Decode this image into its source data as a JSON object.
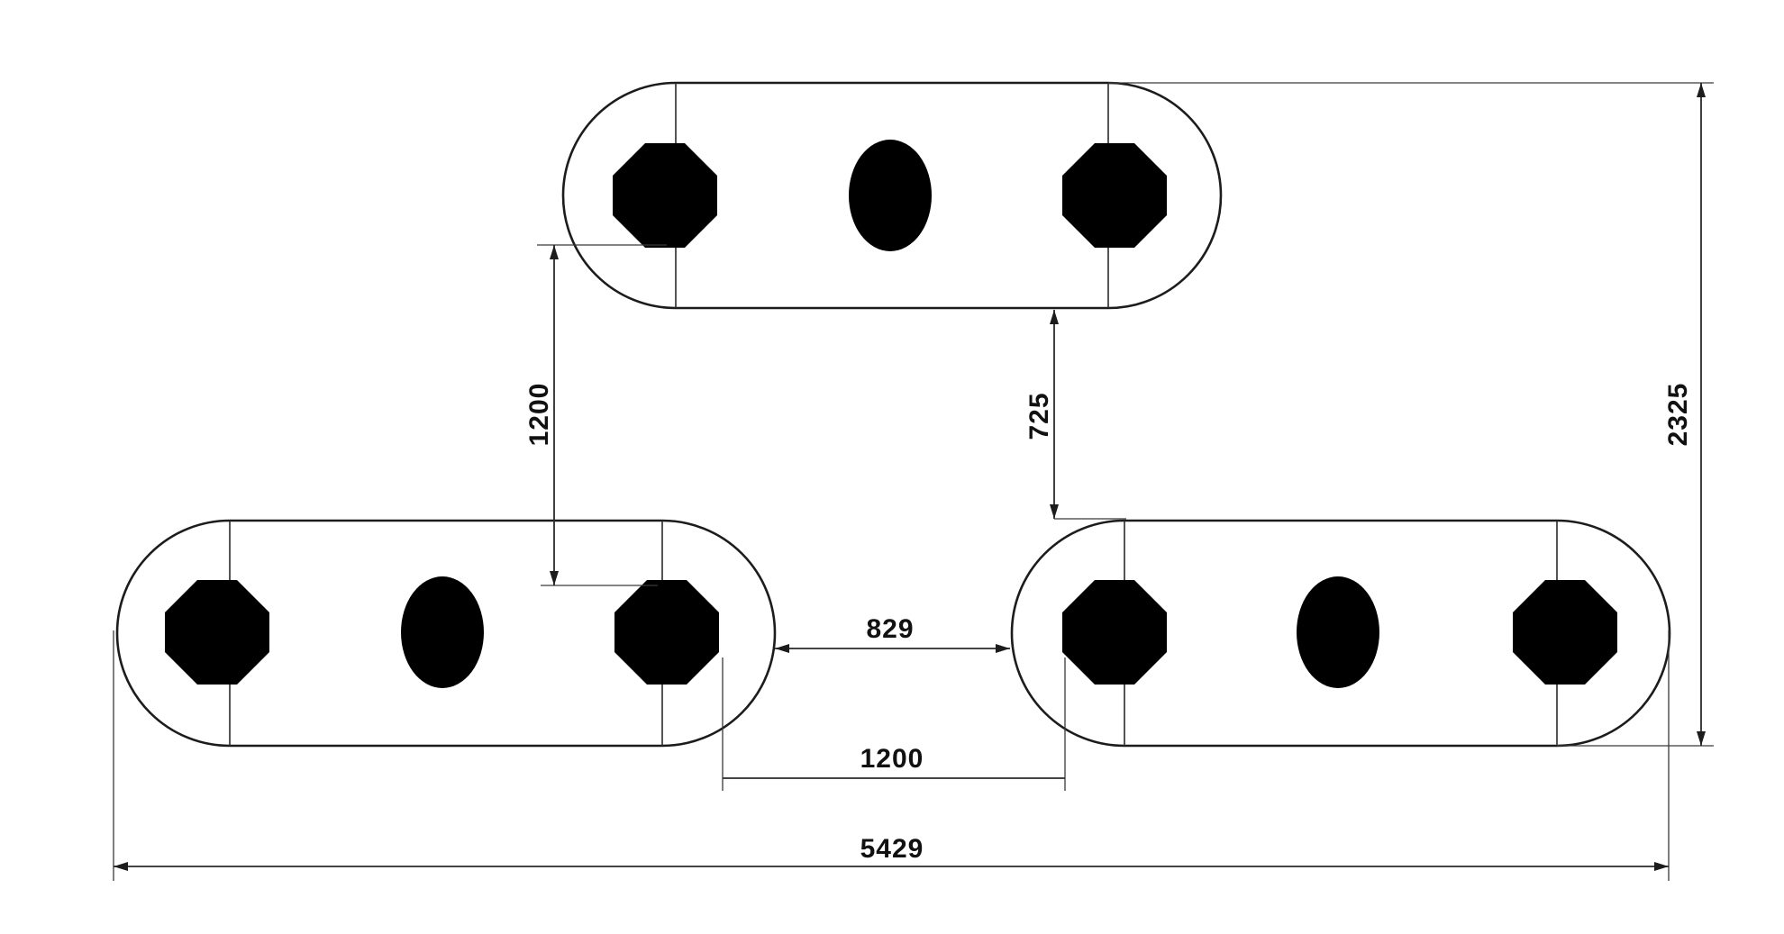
{
  "dimensions": {
    "overall_width": "5429",
    "overall_height": "2325",
    "vertical_offset": "1200",
    "vertical_gap": "725",
    "horizontal_gap": "829",
    "center_spacing": "1200"
  },
  "components": {
    "units_per_table": 3,
    "table_count": 3
  }
}
